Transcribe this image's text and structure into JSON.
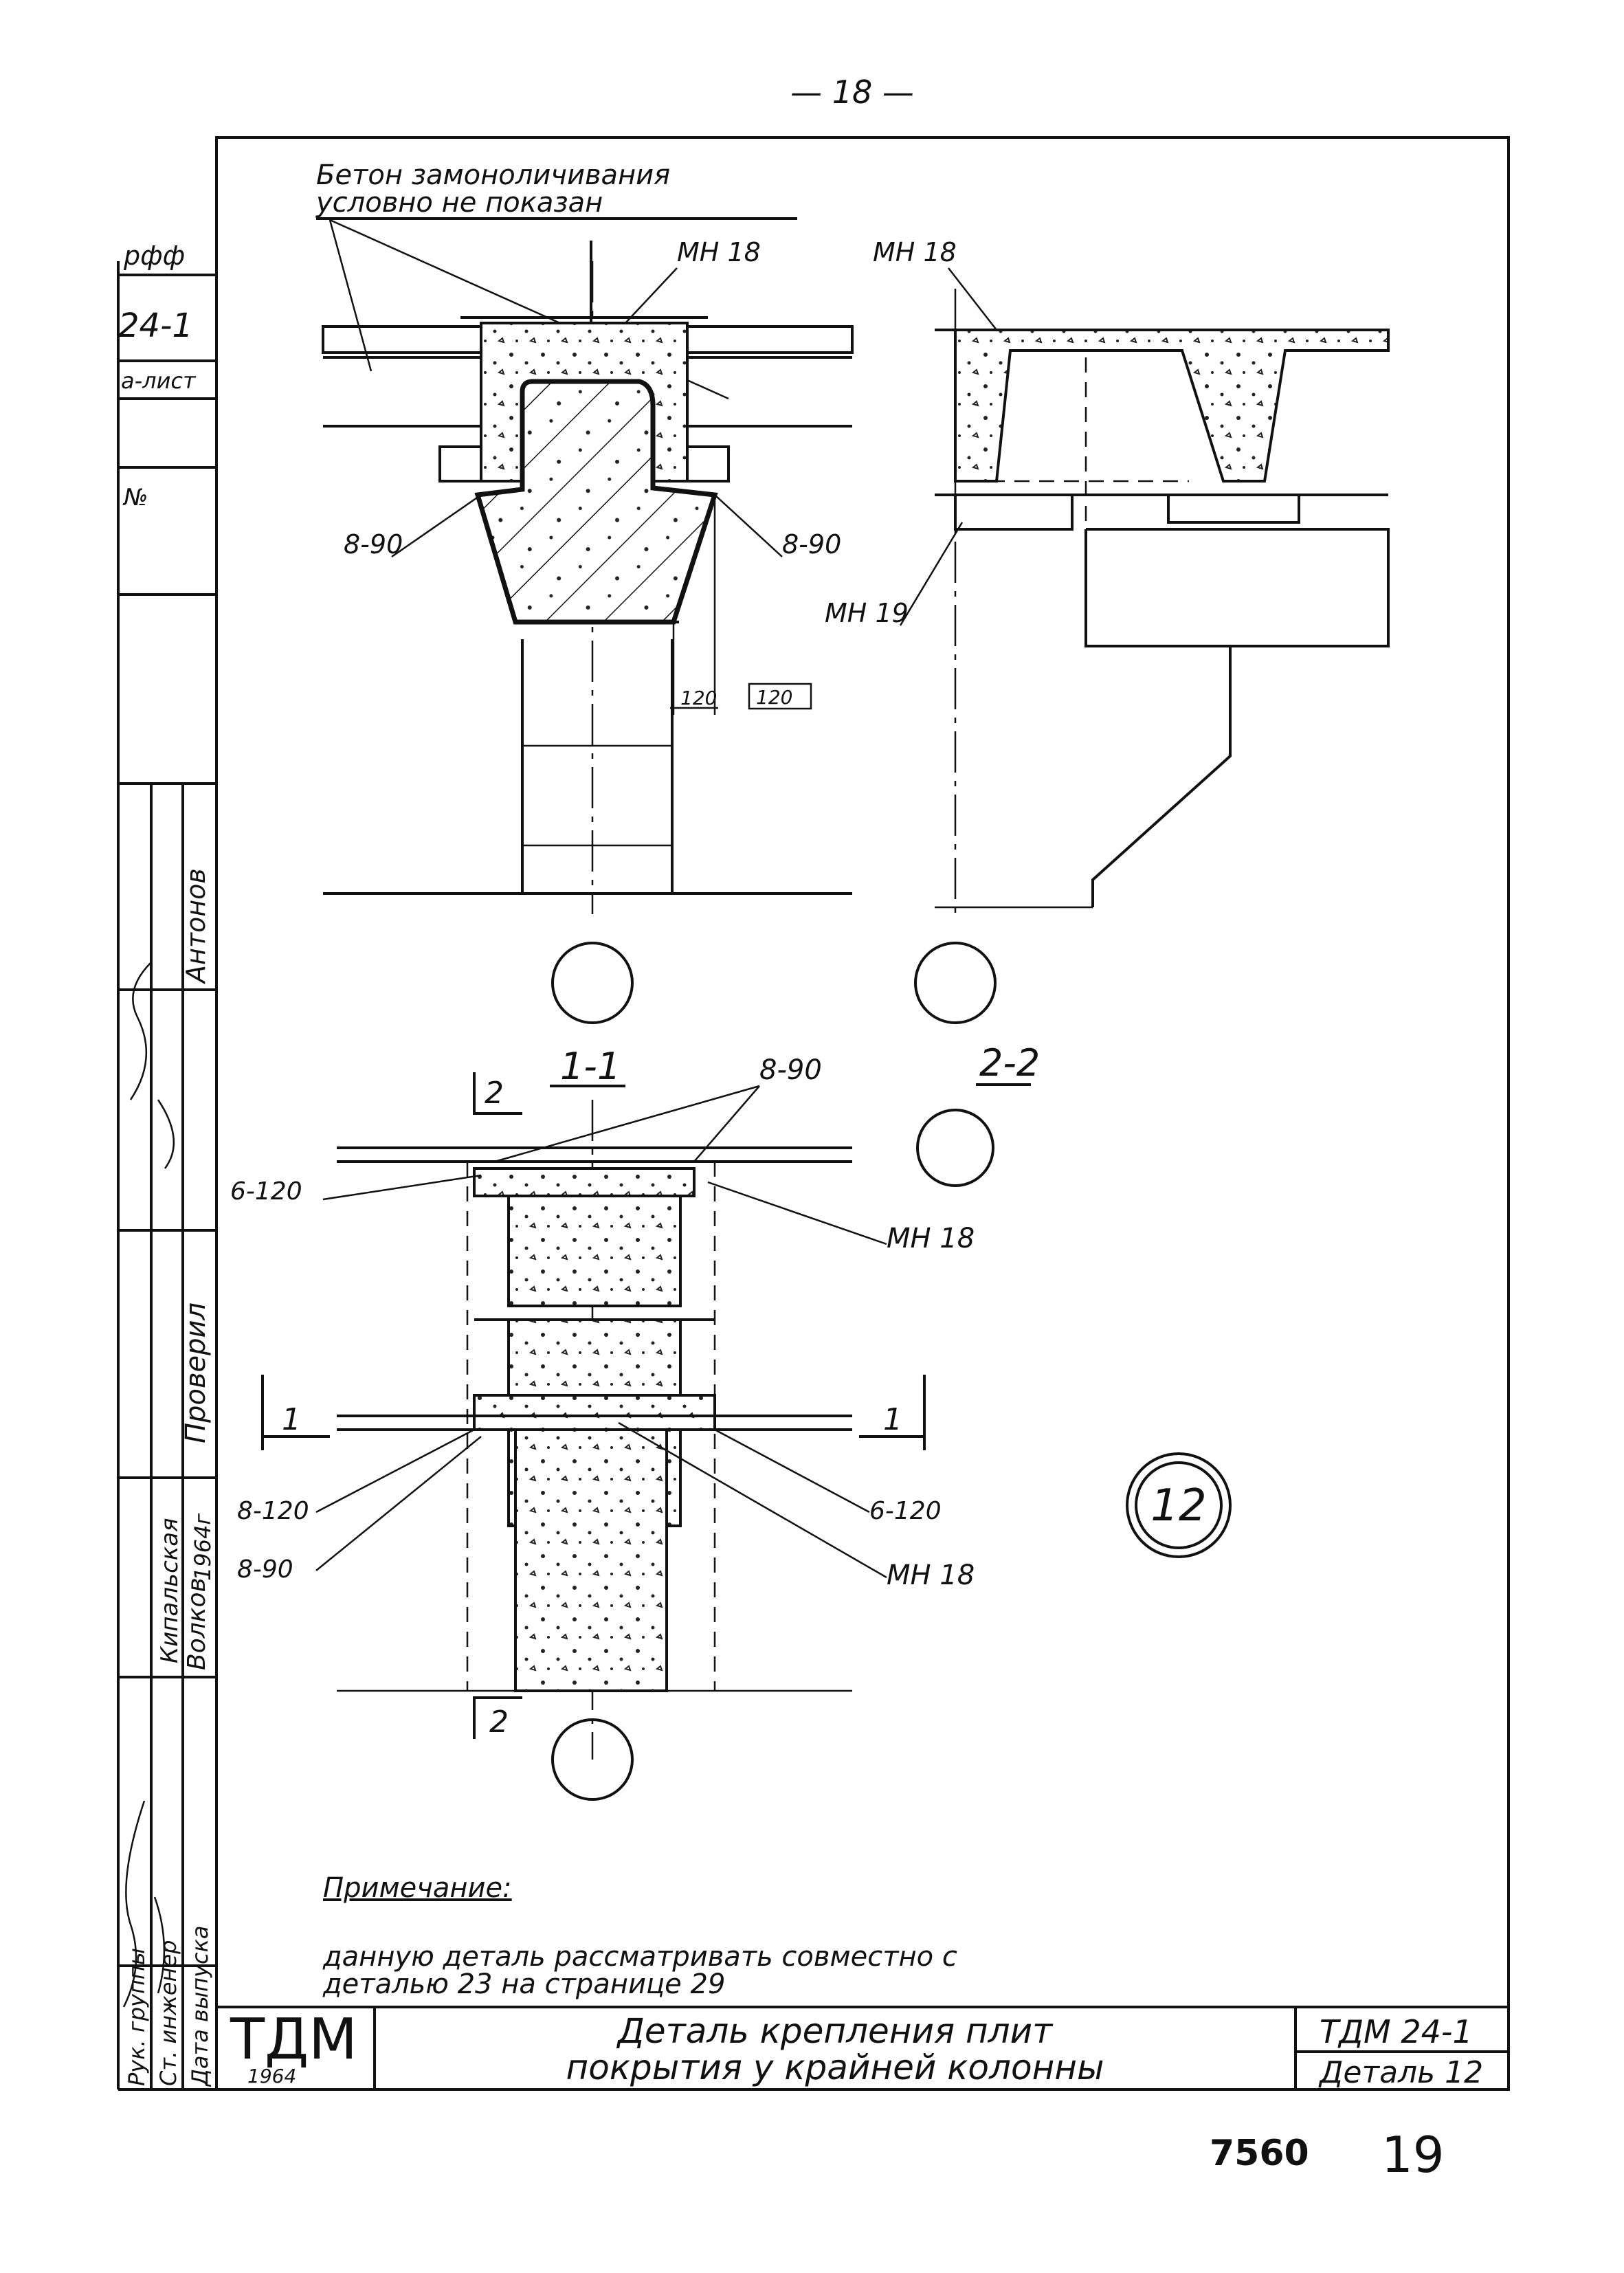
{
  "sheet": {
    "page_number": "— 18 —",
    "stamp_number": "7560",
    "sheet_number": "19"
  },
  "drawing": {
    "note_top_line1": "Бетон замоноличивания",
    "note_top_line2": "условно не показан",
    "labels": {
      "mn18_top_left": "МН 18",
      "mn18_top_right": "МН 18",
      "w890_left": "8-90",
      "w890_right": "8-90",
      "mn19": "МН 19",
      "dim_120_a": "120",
      "dim_120_b": "120",
      "section_1_1": "1-1",
      "section_2_2": "2-2",
      "plan_w890": "8-90",
      "plan_w6120_top": "6-120",
      "plan_mn18_top": "МН 18",
      "plan_w8120_left": "8-120",
      "plan_w890_left": "8-90",
      "plan_w6120_right": "6-120",
      "plan_mn18_bottom": "МН 18",
      "cut_2_top": "2",
      "cut_2_bottom": "2",
      "cut_1_left": "1",
      "cut_1_right": "1",
      "detail_number": "12"
    },
    "note_heading": "Примечание:",
    "note_line1": "данную деталь рассматривать совместно   с",
    "note_line2": "деталью 23 на    странице 29"
  },
  "left_margin": {
    "top_cells": [
      "рфф",
      "24-1",
      "а-лист",
      "№"
    ],
    "names": [
      "Антонов",
      "Проверил",
      "Кипальская",
      "Волков",
      "1964г"
    ],
    "roles": [
      "Рук. группы",
      "Ст. инженер",
      "Дата выпуска"
    ]
  },
  "title_block": {
    "logo": "ТДМ",
    "year": "1964",
    "title_line1": "Деталь крепления   плит",
    "title_line2": "покрытия у крайней колонны",
    "code": "ТДМ 24-1",
    "detail": "Деталь 12"
  }
}
